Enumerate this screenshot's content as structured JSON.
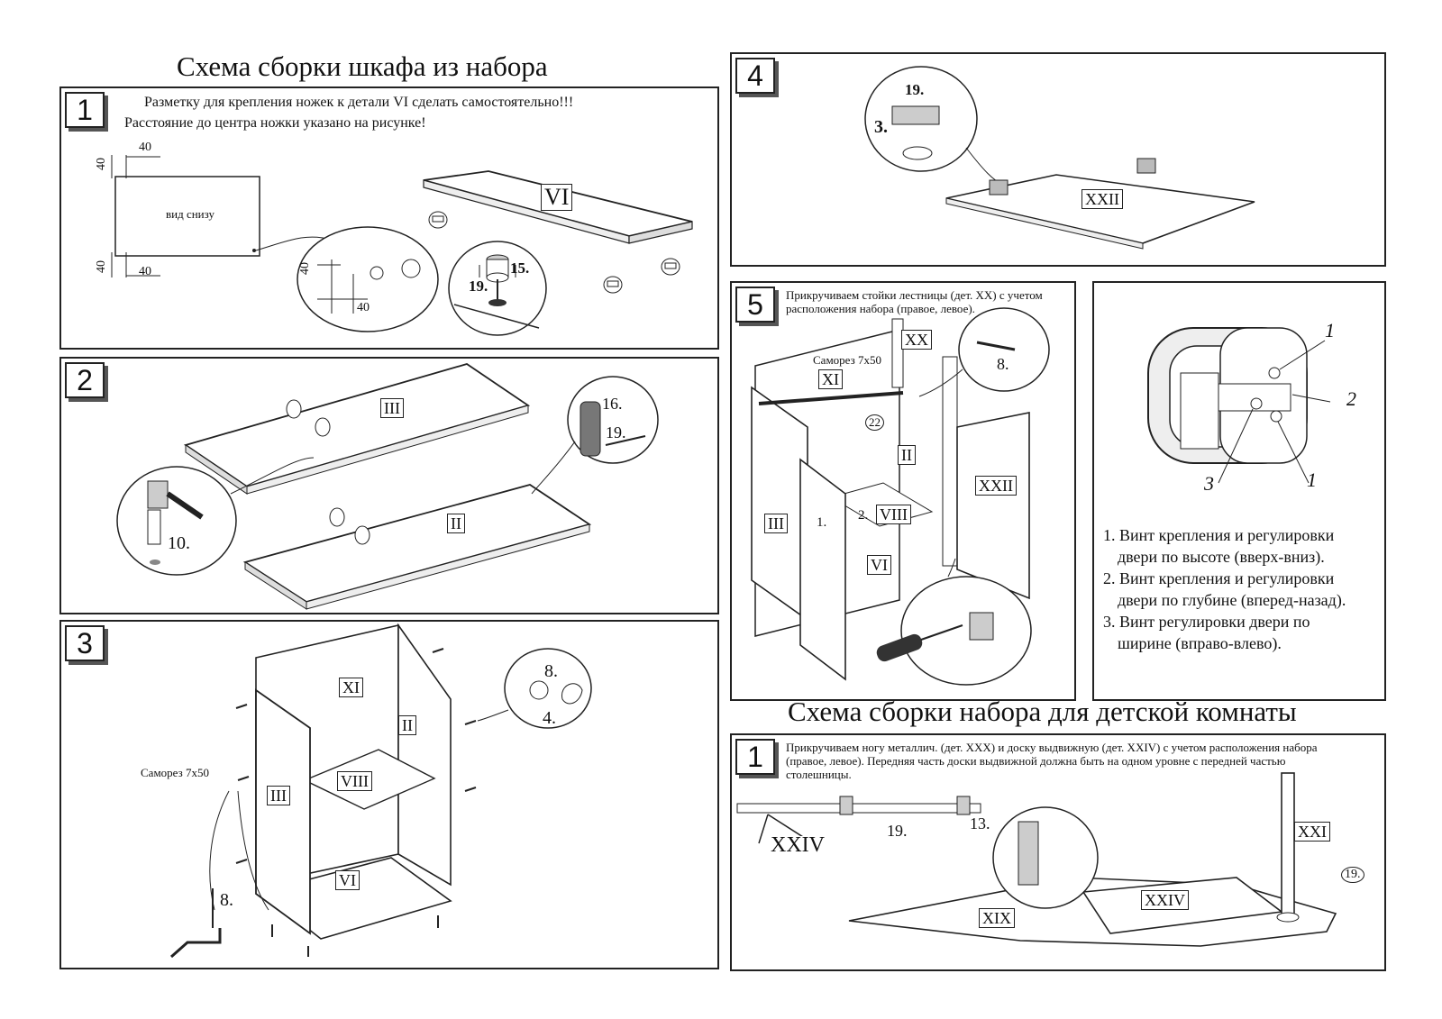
{
  "titles": {
    "cabinet": "Схема сборки шкафа из набора",
    "kids_room": "Схема сборки набора для детской комнаты"
  },
  "step1": {
    "number": "1",
    "note_line1": "Разметку для крепления ножек к детали VI сделать самостоятельно!!!",
    "note_line2": "Расстояние до центра ножки указано на рисунке!",
    "view_label": "вид снизу",
    "dim_top_h": "40",
    "dim_top_v": "40",
    "dim_bot_h": "40",
    "dim_bot_v": "40",
    "zoom_dim_v": "40",
    "zoom_dim_h": "40",
    "part_label": "VI",
    "callout_15": "15.",
    "callout_19": "19."
  },
  "step2": {
    "number": "2",
    "part_upper": "III",
    "part_lower": "II",
    "callout_10": "10.",
    "callout_16": "16.",
    "callout_19": "19."
  },
  "step3": {
    "number": "3",
    "part_back": "XI",
    "part_side_right": "II",
    "part_side_left": "III",
    "part_shelf": "VIII",
    "part_bottom": "VI",
    "screw_label": "Саморез 7х50",
    "callout_8_top": "8.",
    "callout_4": "4.",
    "callout_8_bottom": "8."
  },
  "step4": {
    "number": "4",
    "callout_19": "19.",
    "callout_3": "3.",
    "part_door": "XXII"
  },
  "step5": {
    "number": "5",
    "note": "Прикручиваем стойки лестницы (дет. XX) с учетом расположения набора (правое, левое).",
    "screw_label": "Саморез 7х50",
    "part_xx": "XX",
    "part_xi": "XI",
    "part_ii": "II",
    "part_iii": "III",
    "part_viii": "VIII",
    "part_vi": "VI",
    "part_xxii": "XXII",
    "callout_8": "8.",
    "callout_22": "22",
    "callout_1": "1.",
    "callout_2": "2."
  },
  "hinge": {
    "marker_1_top": "1",
    "marker_2": "2",
    "marker_3": "3",
    "marker_1_bottom": "1",
    "legend": [
      "1. Винт крепления и регулировки",
      "двери по высоте (вверх-вниз).",
      "2. Винт крепления и регулировки",
      "двери по глубине (вперед-назад).",
      "3. Винт регулировки двери по",
      "ширине (вправо-влево)."
    ]
  },
  "kids_step1": {
    "number": "1",
    "note": "Прикручиваем ногу металлич. (дет. XXX) и доску выдвижную (дет. XXIV) с учетом расположения набора (правое, левое). Передняя часть доски выдвижной должна быть на одном уровне с передней частью столешницы.",
    "part_xxiv_big": "XXIV",
    "part_xxi": "XXI",
    "part_xix": "XIX",
    "part_xxiv": "XXIV",
    "callout_19": "19.",
    "callout_13": "13.",
    "callout_19_circle": "19."
  }
}
